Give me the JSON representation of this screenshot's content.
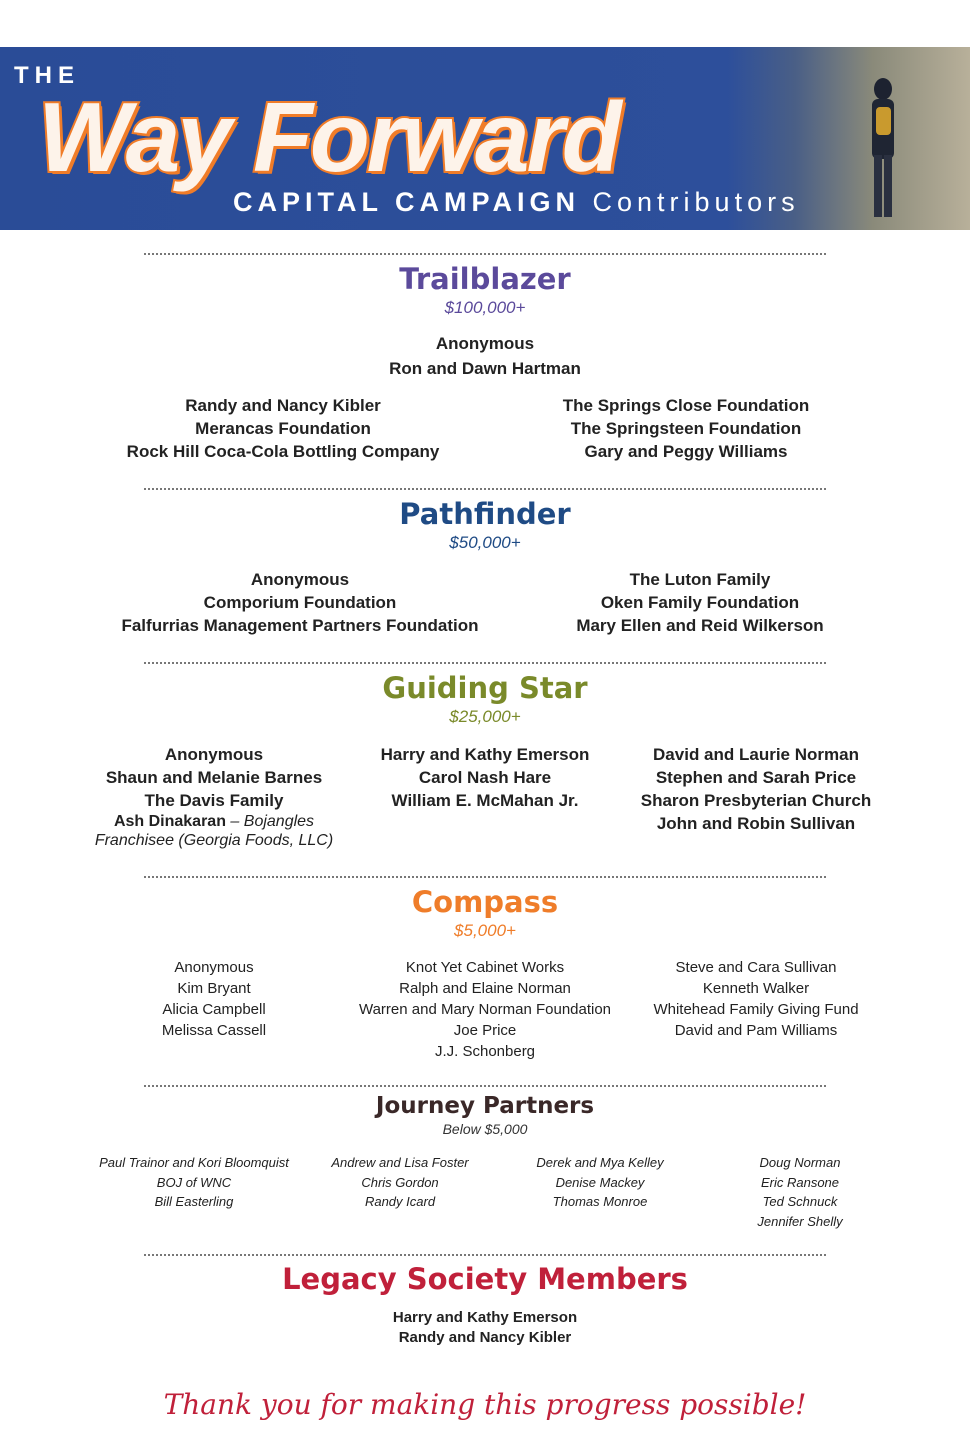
{
  "header": {
    "the": "THE",
    "title": "Way Forward",
    "subtitle_bold": "CAPITAL CAMPAIGN",
    "subtitle_light": "Contributors"
  },
  "trailblazer": {
    "title": "Trailblazer",
    "amount": "$100,000+",
    "center": [
      "Anonymous",
      "Ron and Dawn Hartman"
    ],
    "left": [
      "Randy and Nancy Kibler",
      "Merancas Foundation",
      "Rock Hill Coca-Cola Bottling Company"
    ],
    "right": [
      "The Springs Close Foundation",
      "The Springsteen Foundation",
      "Gary and Peggy Williams"
    ]
  },
  "pathfinder": {
    "title": "Pathfinder",
    "amount": "$50,000+",
    "left": [
      "Anonymous",
      "Comporium Foundation",
      "Falfurrias Management Partners Foundation"
    ],
    "right": [
      "The Luton Family",
      "Oken Family Foundation",
      "Mary Ellen and Reid Wilkerson"
    ]
  },
  "guiding_star": {
    "title": "Guiding Star",
    "amount": "$25,000+",
    "col1": [
      "Anonymous",
      "Shaun and Melanie Barnes",
      "The Davis Family"
    ],
    "col1_last_bold": "Ash Dinakaran",
    "col1_last_rest": " – Bojangles Franchisee (Georgia Foods, LLC)",
    "col2": [
      "Harry and Kathy Emerson",
      "Carol Nash Hare",
      "William E. McMahan Jr."
    ],
    "col3": [
      "David and Laurie Norman",
      "Stephen and Sarah Price",
      "Sharon Presbyterian Church",
      "John and Robin Sullivan"
    ]
  },
  "compass": {
    "title": "Compass",
    "amount": "$5,000+",
    "col1": [
      "Anonymous",
      "Kim Bryant",
      "Alicia Campbell",
      "Melissa Cassell"
    ],
    "col2": [
      "Knot Yet Cabinet Works",
      "Ralph and Elaine Norman",
      "Warren and Mary Norman Foundation",
      "Joe Price",
      "J.J. Schonberg"
    ],
    "col3": [
      "Steve and Cara Sullivan",
      "Kenneth Walker",
      "Whitehead Family Giving Fund",
      "David and Pam Williams"
    ]
  },
  "journey": {
    "title": "Journey Partners",
    "amount": "Below $5,000",
    "col1": [
      "Paul Trainor and Kori Bloomquist",
      "BOJ of WNC",
      "Bill Easterling"
    ],
    "col2": [
      "Andrew and Lisa Foster",
      "Chris Gordon",
      "Randy Icard"
    ],
    "col3": [
      "Derek and Mya Kelley",
      "Denise Mackey",
      "Thomas Monroe"
    ],
    "col4": [
      "Doug Norman",
      "Eric Ransone",
      "Ted Schnuck",
      "Jennifer Shelly"
    ]
  },
  "legacy": {
    "title": "Legacy Society Members",
    "names": [
      "Harry and Kathy Emerson",
      "Randy and Nancy Kibler"
    ]
  },
  "footer": {
    "thanks": "Thank you for making this progress possible!"
  },
  "colors": {
    "banner": "#2d4f9b",
    "orange": "#f07c28",
    "trailblazer": "#5b4a9b",
    "pathfinder": "#1f4b85",
    "guiding": "#7a8a2a",
    "compass": "#ef7d2a",
    "journey": "#3a2828",
    "legacy": "#c0203a"
  }
}
